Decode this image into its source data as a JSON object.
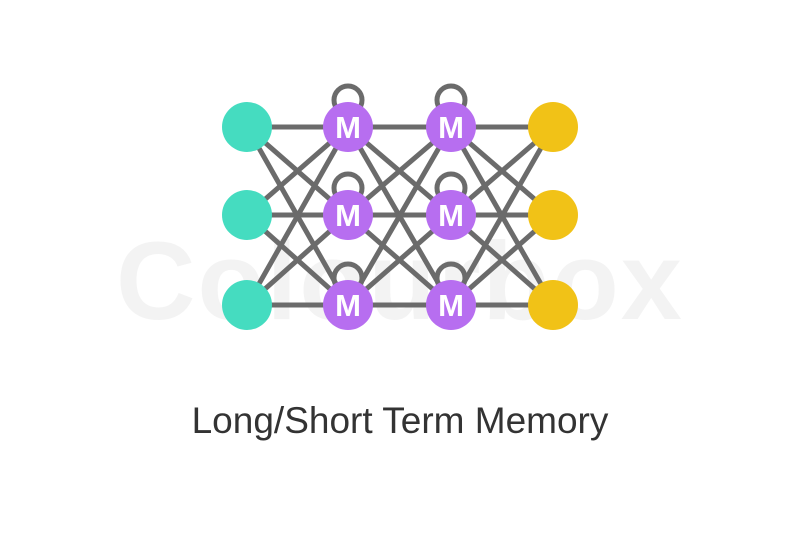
{
  "title": "Long/Short Term Memory",
  "watermark": "Colourbox",
  "node_label": "M",
  "colors": {
    "input": "#45dcc0",
    "memory": "#b76ef0",
    "output": "#f1c217",
    "edge": "#6b6b6b",
    "label": "#ffffff"
  },
  "layers": [
    {
      "name": "input",
      "count": 3,
      "self_loop": false
    },
    {
      "name": "memory",
      "count": 3,
      "self_loop": true
    },
    {
      "name": "memory",
      "count": 3,
      "self_loop": true
    },
    {
      "name": "output",
      "count": 3,
      "self_loop": false
    }
  ]
}
